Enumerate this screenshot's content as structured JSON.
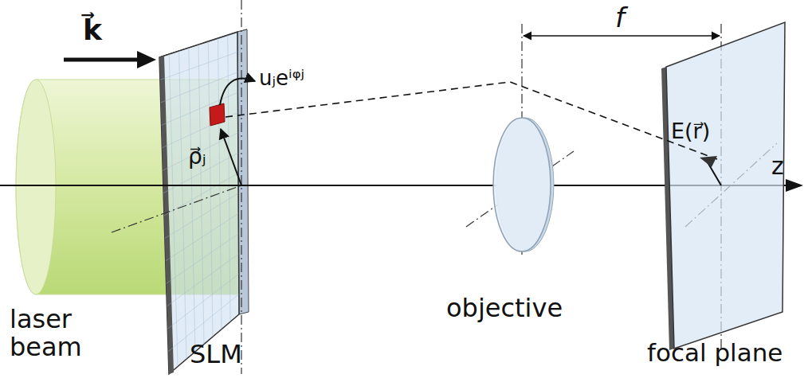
{
  "diagram": {
    "labels": [
      "k⃗",
      "uⱼeⁱᵠʲ",
      "ρ⃗ⱼ",
      "f",
      "E(r⃗)",
      "z",
      "laser beam",
      "SLM",
      "objective",
      "focal plane"
    ]
  }
}
